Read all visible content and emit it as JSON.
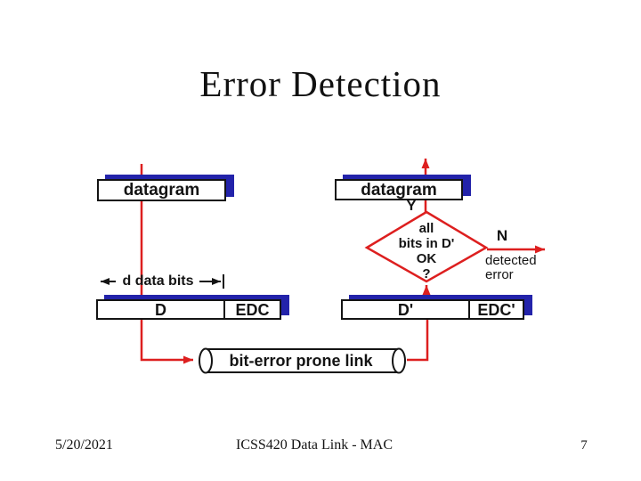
{
  "slide": {
    "title": "Error Detection"
  },
  "diagram": {
    "sender": {
      "datagram_label": "datagram",
      "dimension_label": "d data bits",
      "data_cell": "D",
      "edc_cell": "EDC"
    },
    "link": {
      "label": "bit-error prone link"
    },
    "receiver": {
      "datagram_label": "datagram",
      "yes_label": "Y",
      "no_label": "N",
      "decision": {
        "line1": "all",
        "line2": "bits in D'",
        "line3": "OK",
        "line4": "?"
      },
      "detected": {
        "line1": "detected",
        "line2": "error"
      },
      "data_cell": "D'",
      "edc_cell": "EDC'"
    }
  },
  "footer": {
    "date": "5/20/2021",
    "course": "ICSS420 Data Link - MAC",
    "page_number": "7"
  },
  "colors": {
    "arrow_red": "#dd1f1f",
    "shadow_blue": "#2323aa",
    "ink": "#141414"
  }
}
